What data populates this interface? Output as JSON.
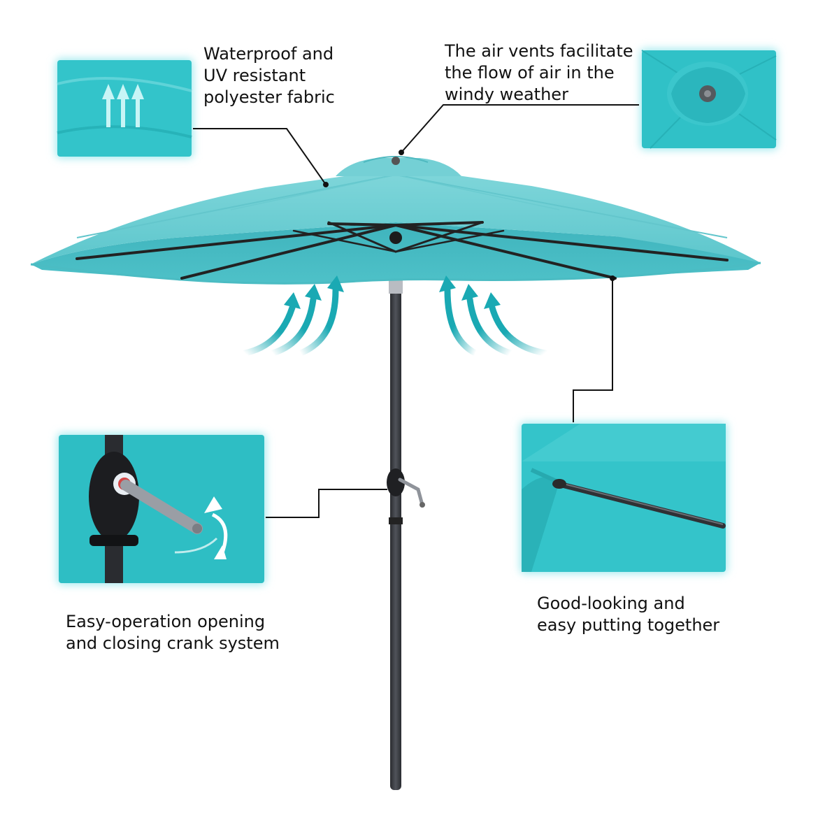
{
  "captions": {
    "fabric": "Waterproof and\nUV resistant\npolyester fabric",
    "vents": "The air vents facilitate\nthe flow of air in the\nwindy weather",
    "crank": "Easy-operation opening\nand closing crank system",
    "assembly": "Good-looking and\neasy putting together"
  },
  "colors": {
    "canopy": "#6fcfd4",
    "canopy_shade": "#3fb7c0",
    "panel": "#2cc3c8",
    "panel_glow": "#9fe9ee",
    "pole": "#3a3c40",
    "rib": "#2a2a2a",
    "arrow": "#1aa9b3",
    "leader": "#111111"
  },
  "icons": [
    "up-arrows-icon",
    "airflow-arrow-icon",
    "rotate-arrow-icon",
    "air-vent-icon",
    "crank-handle-icon"
  ]
}
